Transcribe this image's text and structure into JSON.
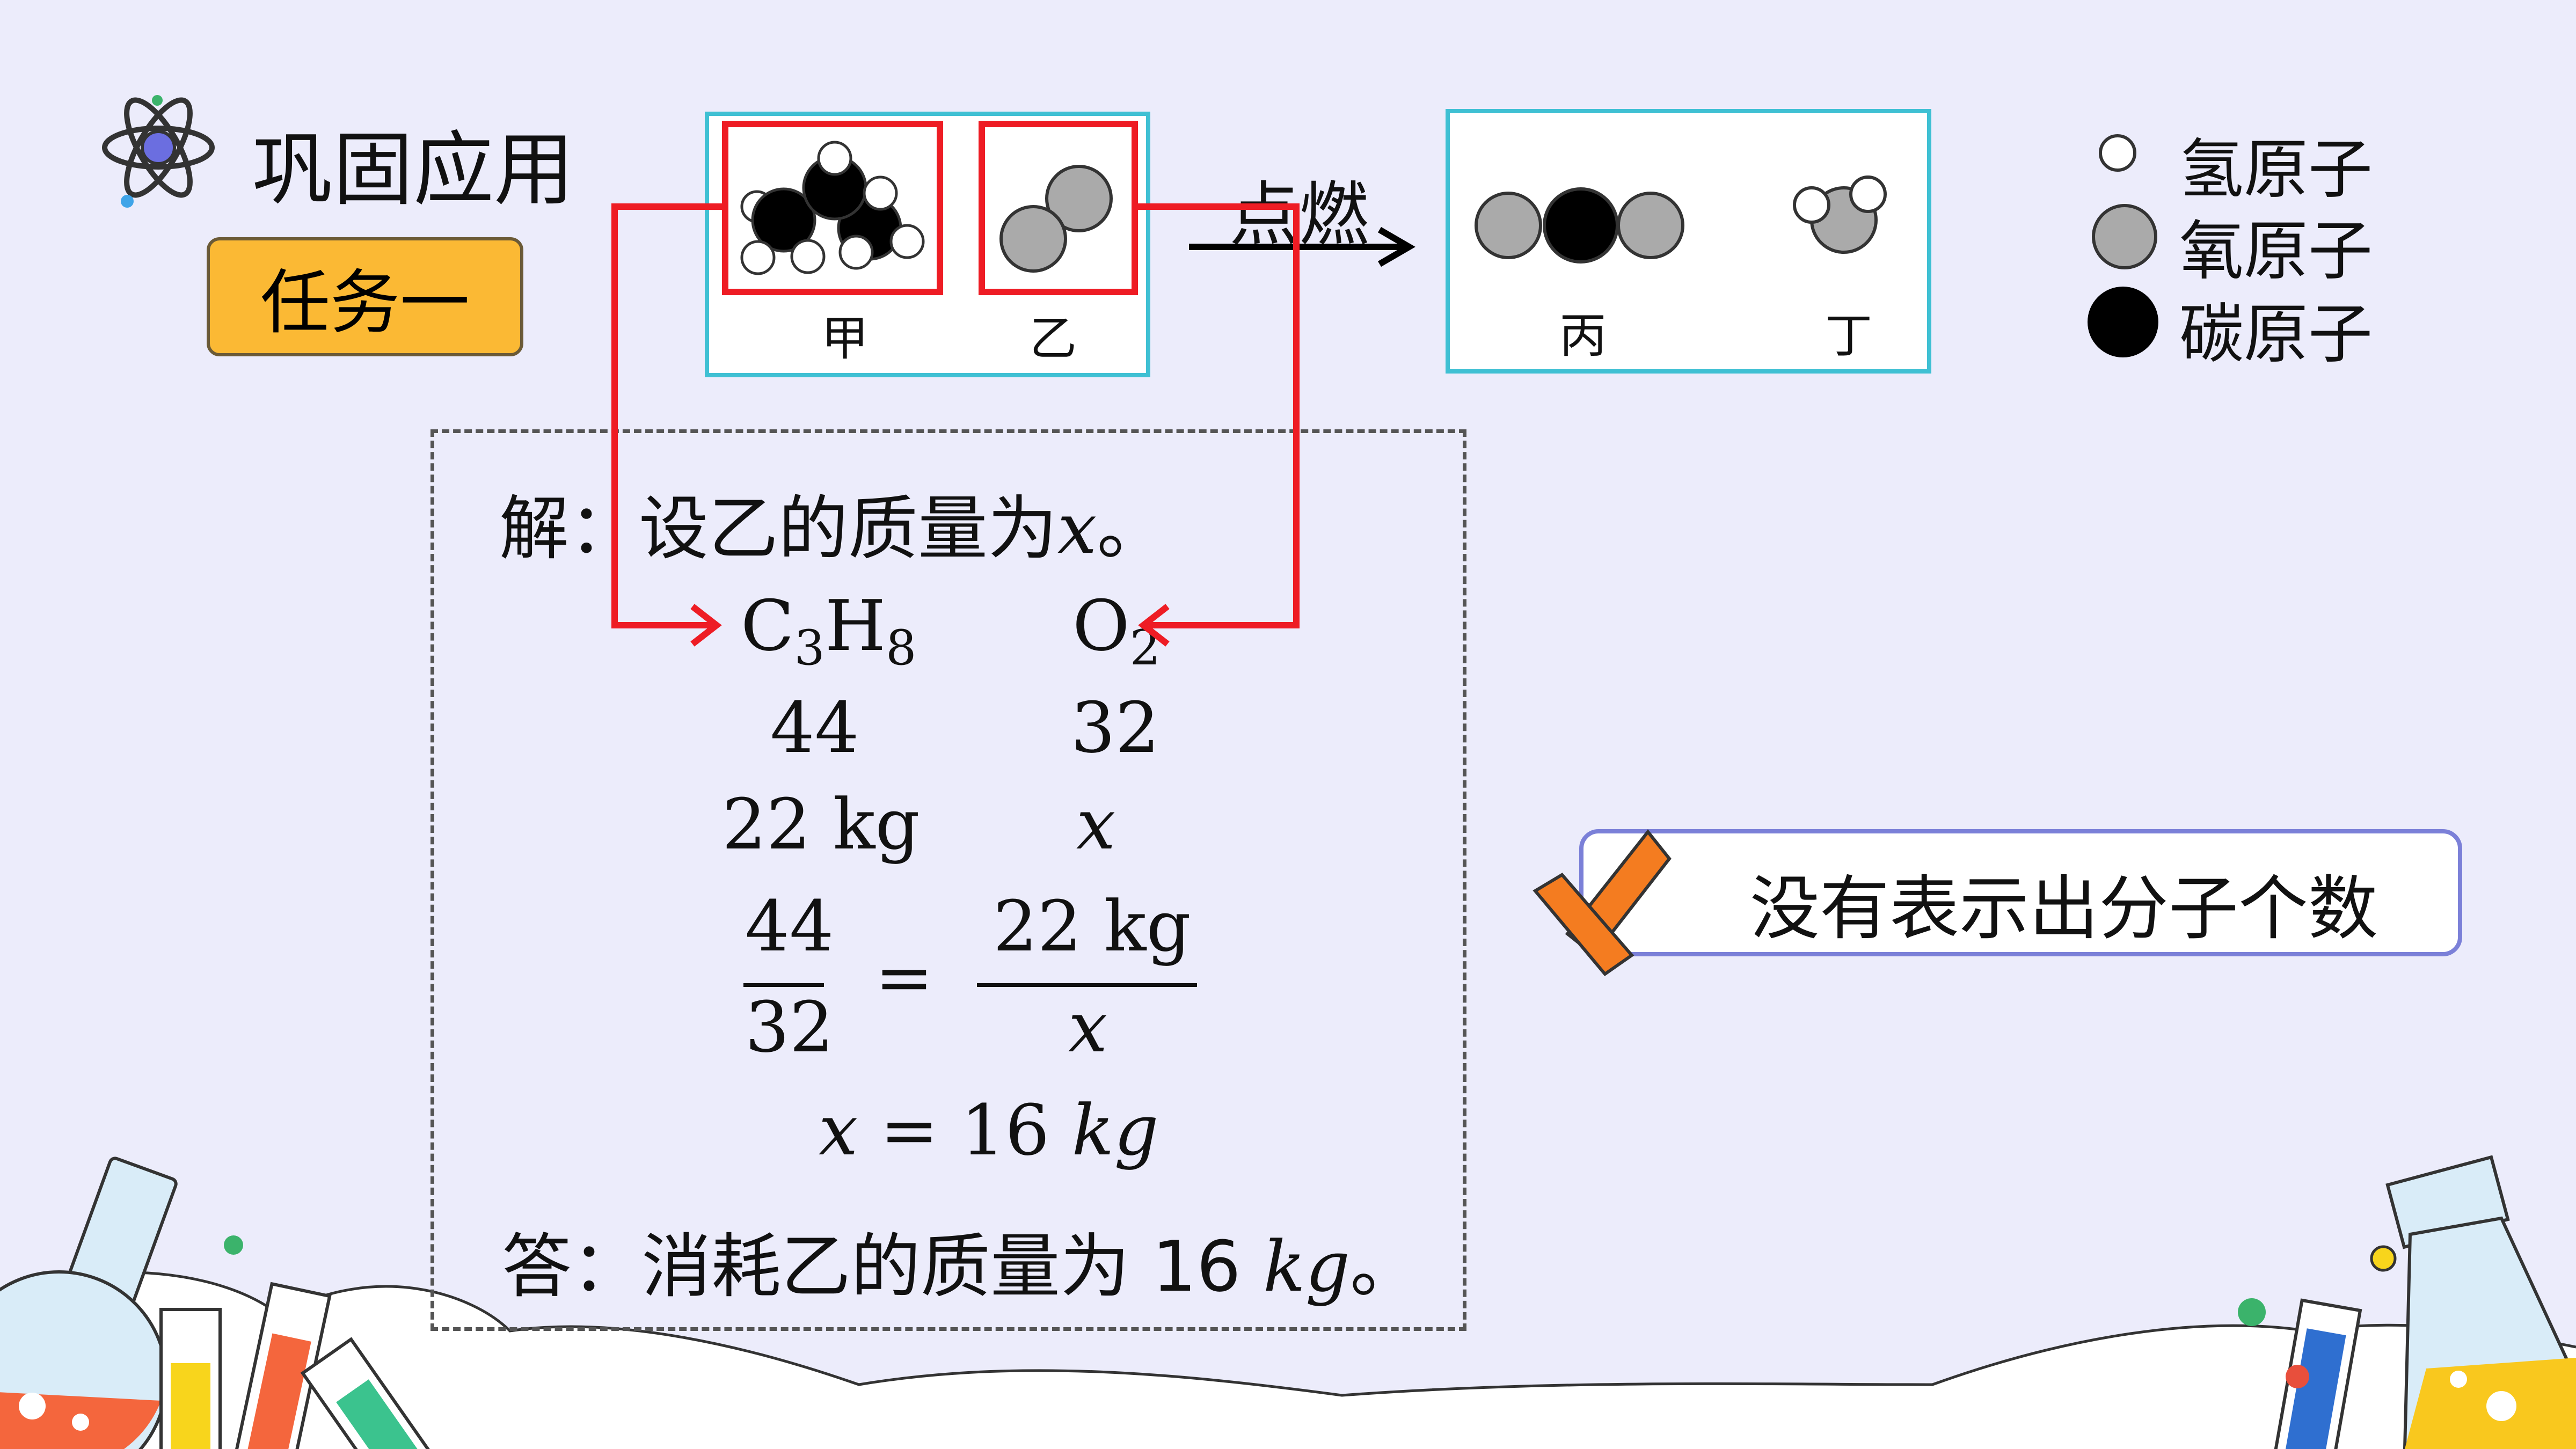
{
  "header": {
    "title": "巩固应用",
    "task_label": "任务一"
  },
  "reaction": {
    "reactant_a_label": "甲",
    "reactant_b_label": "乙",
    "condition": "点燃",
    "product_a_label": "丙",
    "product_b_label": "丁"
  },
  "legend": {
    "hydrogen": "氢原子",
    "oxygen": "氧原子",
    "carbon": "碳原子"
  },
  "solution": {
    "intro": "解：设乙的质量为",
    "var_x": "x",
    "intro_end": "。",
    "f1_main": "C",
    "f1_sub1": "3",
    "f1_mid": "H",
    "f1_sub2": "8",
    "f2_main": "O",
    "f2_sub": "2",
    "mass_a": "44",
    "mass_b": "32",
    "given": "22 kg",
    "frac_left_num": "44",
    "frac_left_den": "32",
    "equals": "=",
    "frac_right_num": "22 kg",
    "result_num": "= 16",
    "result_unit": "kg",
    "answer": "答：消耗乙的质量为  16",
    "answer_unit": "kg",
    "answer_end": "。"
  },
  "feedback": {
    "note": "没有表示出分子个数"
  },
  "colors": {
    "background": "#ececfb",
    "frame_cyan": "#3fc0d3",
    "highlight_red": "#ee1c24",
    "task_fill": "#fbb934",
    "note_border": "#7b80d8",
    "cross_orange": "#f47c20"
  }
}
